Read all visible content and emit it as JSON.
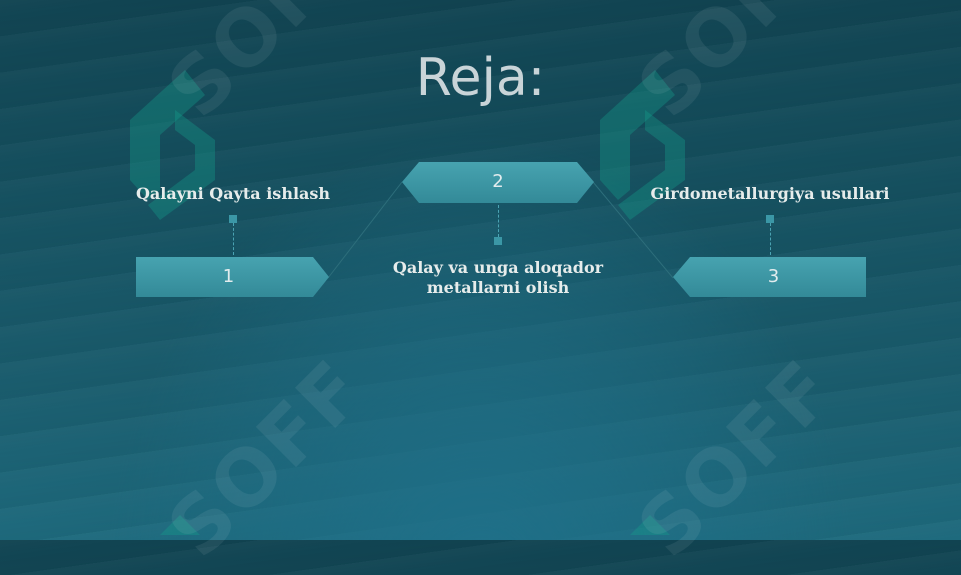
{
  "slide": {
    "title": "Reja:",
    "steps": [
      {
        "number": "1",
        "label": "Qalayni Qayta ishlash"
      },
      {
        "number": "2",
        "label_line1": "Qalay va unga aloqador",
        "label_line2": "metallarni olish"
      },
      {
        "number": "3",
        "label": "Girdometallurgiya usullari"
      }
    ]
  },
  "watermark": {
    "text": "SOFF",
    "icon": "soff-logo-icon"
  },
  "colors": {
    "background": "#15505f",
    "shape_fill": "#3a95a3",
    "accent_dot": "#3b97a6",
    "label_text": "#e6eceb",
    "title_text": "#c9d4d8"
  }
}
